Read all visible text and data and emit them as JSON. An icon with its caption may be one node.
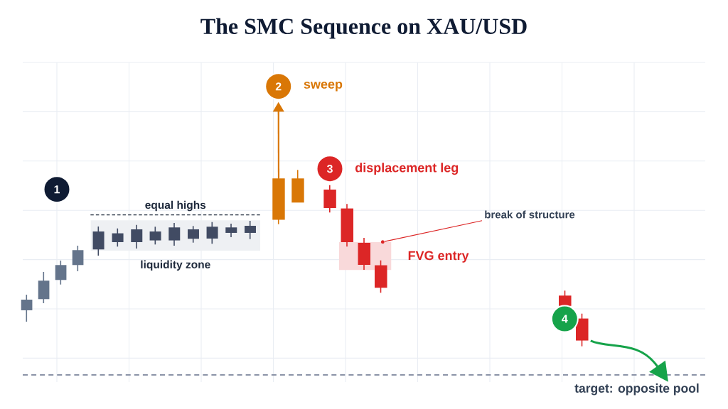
{
  "diagram": {
    "title": "The SMC Sequence on XAU/USD",
    "nodes": [
      {
        "text": [
          "2"
        ],
        "beside": [
          "sweep"
        ]
      },
      {
        "text": [
          "3"
        ],
        "beside": [
          "displacement leg"
        ]
      },
      {
        "text": [
          "1"
        ]
      },
      {
        "text": [
          "liquidity zone"
        ],
        "beside": [
          "equal highs"
        ]
      },
      {
        "text": [
          "break of structure"
        ]
      },
      {
        "text": [
          "FVG entry"
        ]
      },
      {
        "text": [
          "4"
        ]
      },
      {
        "text": [
          "target: opposite pool"
        ]
      },
      {
        "text": [],
        "shape": "bar"
      },
      {
        "text": [],
        "shape": "bar"
      },
      {
        "text": [],
        "shape": "bar"
      },
      {
        "text": [],
        "shape": "bar"
      },
      {
        "text": [],
        "shape": "bar",
        "in": 3
      },
      {
        "text": [],
        "shape": "bar",
        "in": 3
      },
      {
        "text": [],
        "shape": "bar",
        "in": 3
      },
      {
        "text": [],
        "shape": "bar",
        "in": 3
      },
      {
        "text": [],
        "shape": "bar",
        "in": 3
      },
      {
        "text": [],
        "shape": "bar",
        "in": 3
      },
      {
        "text": [],
        "shape": "bar",
        "in": 3
      },
      {
        "text": [],
        "shape": "bar",
        "in": 3
      },
      {
        "text": [],
        "shape": "bar",
        "in": 3
      },
      {
        "text": [],
        "shape": "bar"
      },
      {
        "text": [],
        "shape": "bar"
      },
      {
        "text": [],
        "shape": "bar"
      },
      {
        "text": [],
        "shape": "bar"
      },
      {
        "text": [],
        "shape": "bar",
        "in": 5
      },
      {
        "text": [],
        "shape": "bar"
      },
      {
        "text": [],
        "shape": "bar"
      },
      {
        "text": [],
        "shape": "bar"
      },
      {
        "text": [],
        "shape": "circle"
      }
    ],
    "edges": [
      {
        "from": 21,
        "to": 0,
        "arrow": "to",
        "color": "#d97706"
      },
      {
        "from": 4,
        "to": 29,
        "arrow": "none",
        "color": "#dc2626"
      },
      {
        "from": 28,
        "to": 7,
        "arrow": "to",
        "color": "#16a34a"
      }
    ]
  }
}
